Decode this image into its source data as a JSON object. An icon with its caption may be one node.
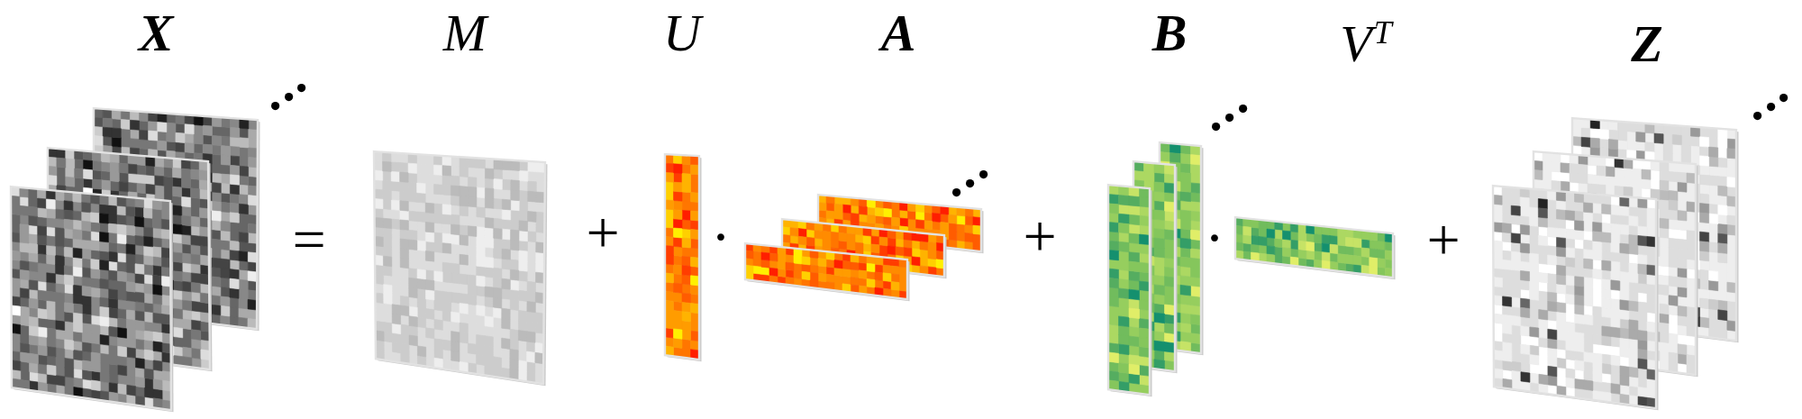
{
  "diagram": {
    "nodes": [
      {
        "text": [
          "X"
        ]
      },
      {
        "text": [
          "M"
        ]
      },
      {
        "text": [
          "U"
        ]
      },
      {
        "text": [
          "A"
        ]
      },
      {
        "text": [
          "B"
        ]
      },
      {
        "text": [
          "V$^{T}$"
        ]
      },
      {
        "text": [
          "Z"
        ]
      }
    ],
    "labels": [
      "=",
      "+",
      "·",
      "+",
      "·",
      "+"
    ]
  }
}
